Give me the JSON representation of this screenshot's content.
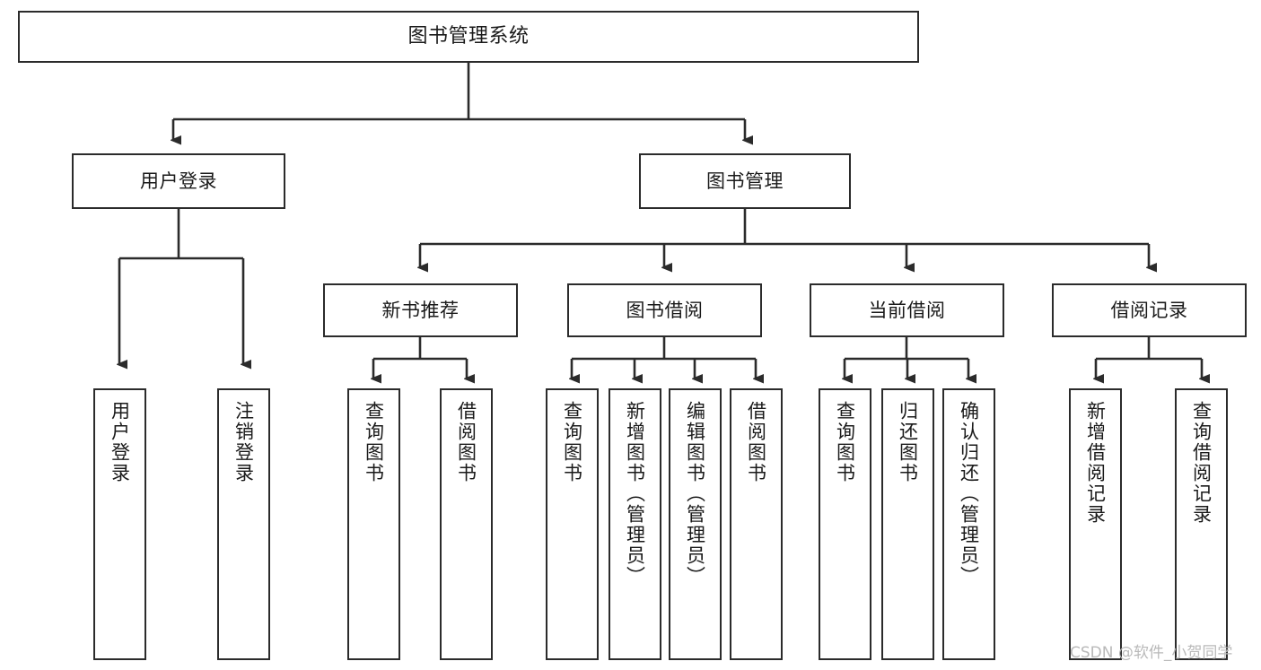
{
  "diagram": {
    "type": "tree",
    "title": "图书管理系统",
    "colors": {
      "box_border": "#2b2b2b",
      "box_fill": "#ffffff",
      "connector": "#2b2b2b",
      "text": "#1a1a1a",
      "watermark": "#b9b9b9",
      "background": "#ffffff"
    },
    "root": {
      "label": "图书管理系统",
      "orientation": "horizontal"
    },
    "level1": [
      {
        "label": "用户登录",
        "orientation": "horizontal"
      },
      {
        "label": "图书管理",
        "orientation": "horizontal"
      }
    ],
    "level2": [
      {
        "label": "新书推荐",
        "orientation": "horizontal",
        "parent": "图书管理"
      },
      {
        "label": "图书借阅",
        "orientation": "horizontal",
        "parent": "图书管理"
      },
      {
        "label": "当前借阅",
        "orientation": "horizontal",
        "parent": "图书管理"
      },
      {
        "label": "借阅记录",
        "orientation": "horizontal",
        "parent": "图书管理"
      }
    ],
    "leaves": [
      {
        "label": "用户登录",
        "orientation": "vertical",
        "parent": "用户登录"
      },
      {
        "label": "注销登录",
        "orientation": "vertical",
        "parent": "用户登录"
      },
      {
        "label": "查询图书",
        "orientation": "vertical",
        "parent": "新书推荐"
      },
      {
        "label": "借阅图书",
        "orientation": "vertical",
        "parent": "新书推荐"
      },
      {
        "label": "查询图书",
        "orientation": "vertical",
        "parent": "图书借阅"
      },
      {
        "label": "新增图书（管理员）",
        "orientation": "vertical",
        "parent": "图书借阅"
      },
      {
        "label": "编辑图书（管理员）",
        "orientation": "vertical",
        "parent": "图书借阅"
      },
      {
        "label": "借阅图书",
        "orientation": "vertical",
        "parent": "图书借阅"
      },
      {
        "label": "查询图书",
        "orientation": "vertical",
        "parent": "当前借阅"
      },
      {
        "label": "归还图书",
        "orientation": "vertical",
        "parent": "当前借阅"
      },
      {
        "label": "确认归还（管理员）",
        "orientation": "vertical",
        "parent": "当前借阅"
      },
      {
        "label": "新增借阅记录",
        "orientation": "vertical",
        "parent": "借阅记录"
      },
      {
        "label": "查询借阅记录",
        "orientation": "vertical",
        "parent": "借阅记录"
      }
    ]
  },
  "watermark": {
    "text": "CSDN @软件_小贺同学"
  }
}
